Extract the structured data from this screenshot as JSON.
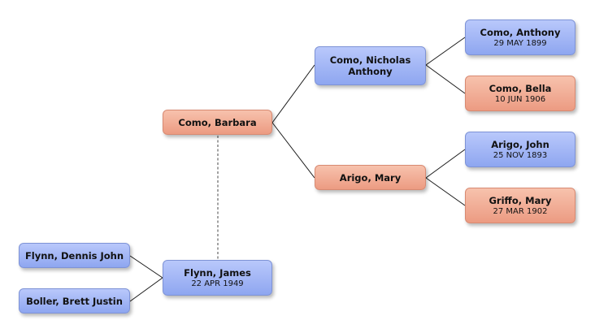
{
  "people": {
    "como_anthony": {
      "name": "Como, Anthony",
      "date": "29 MAY 1899"
    },
    "como_bella": {
      "name": "Como, Bella",
      "date": "10 JUN 1906"
    },
    "como_nicholas": {
      "name_line1": "Como, Nicholas",
      "name_line2": "Anthony"
    },
    "como_barbara": {
      "name": "Como, Barbara"
    },
    "arigo_john": {
      "name": "Arigo, John",
      "date": "25 NOV 1893"
    },
    "griffo_mary": {
      "name": "Griffo, Mary",
      "date": "27 MAR 1902"
    },
    "arigo_mary": {
      "name": "Arigo, Mary"
    },
    "flynn_james": {
      "name": "Flynn, James",
      "date": "22 APR 1949"
    },
    "flynn_dennis": {
      "name": "Flynn, Dennis John"
    },
    "boller_brett": {
      "name": "Boller, Brett Justin"
    }
  },
  "colors": {
    "male": "#9fb3f5",
    "female": "#f2ab93"
  }
}
